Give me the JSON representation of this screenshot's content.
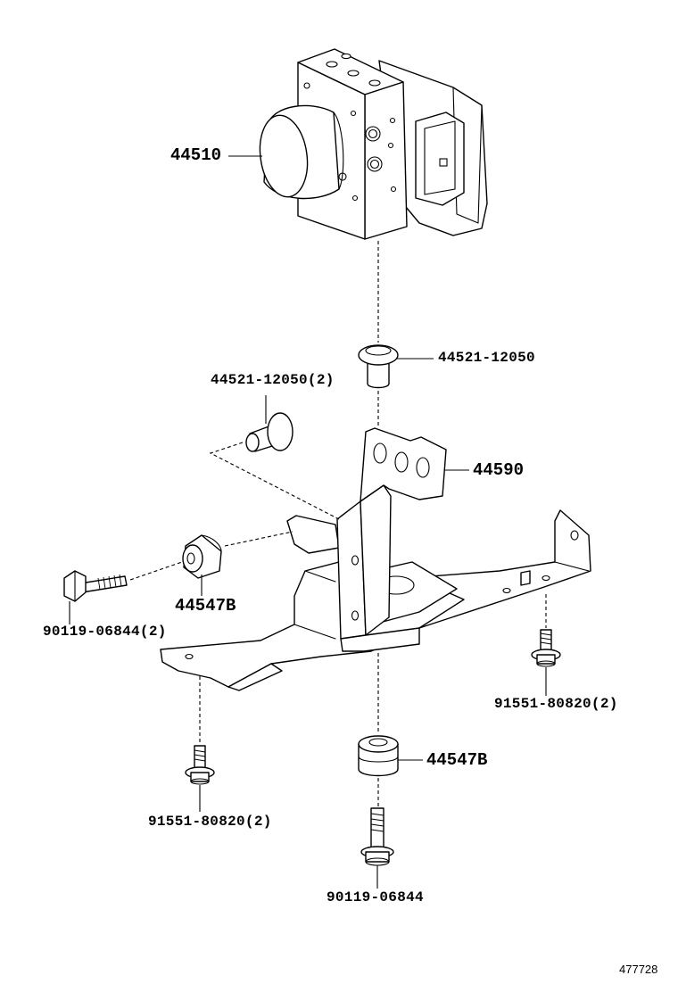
{
  "labels": {
    "actuator": "44510",
    "grommet_top": "44521-12050",
    "grommet_side": "44521-12050(2)",
    "bracket": "44590",
    "cushion_side": "44547B",
    "bolt_side": "90119-06844(2)",
    "bolt_right": "91551-80820(2)",
    "bolt_left": "91551-80820(2)",
    "cushion_bottom": "44547B",
    "bolt_bottom": "90119-06844",
    "illustration_id": "477728"
  }
}
